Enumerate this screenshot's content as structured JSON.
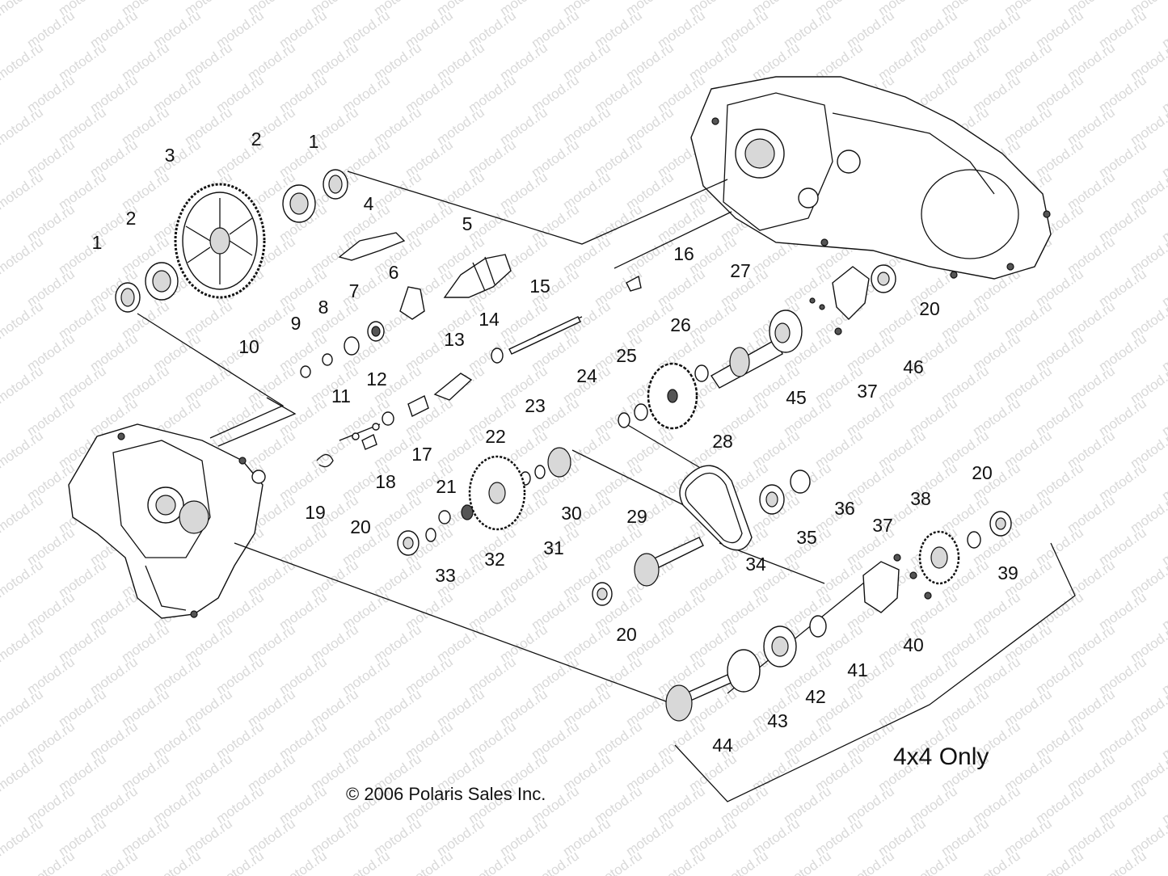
{
  "watermark": "motod.ru",
  "copyright": "© 2006 Polaris Sales Inc.",
  "note": "4x4 Only",
  "labels": {
    "l1a": "1",
    "l1b": "1",
    "l2a": "2",
    "l2b": "2",
    "l3": "3",
    "l4": "4",
    "l5": "5",
    "l6": "6",
    "l7": "7",
    "l8": "8",
    "l9": "9",
    "l10": "10",
    "l11": "11",
    "l12": "12",
    "l13": "13",
    "l14": "14",
    "l15": "15",
    "l16": "16",
    "l17": "17",
    "l18": "18",
    "l19": "19",
    "l20a": "20",
    "l20b": "20",
    "l20c": "20",
    "l20d": "20",
    "l21": "21",
    "l22": "22",
    "l23": "23",
    "l24": "24",
    "l25": "25",
    "l26": "26",
    "l27": "27",
    "l28": "28",
    "l29": "29",
    "l30": "30",
    "l31": "31",
    "l32": "32",
    "l33": "33",
    "l34": "34",
    "l35": "35",
    "l36": "36",
    "l37a": "37",
    "l37b": "37",
    "l38": "38",
    "l39": "39",
    "l40": "40",
    "l41": "41",
    "l42": "42",
    "l43": "43",
    "l44": "44",
    "l45": "45",
    "l46": "46"
  }
}
